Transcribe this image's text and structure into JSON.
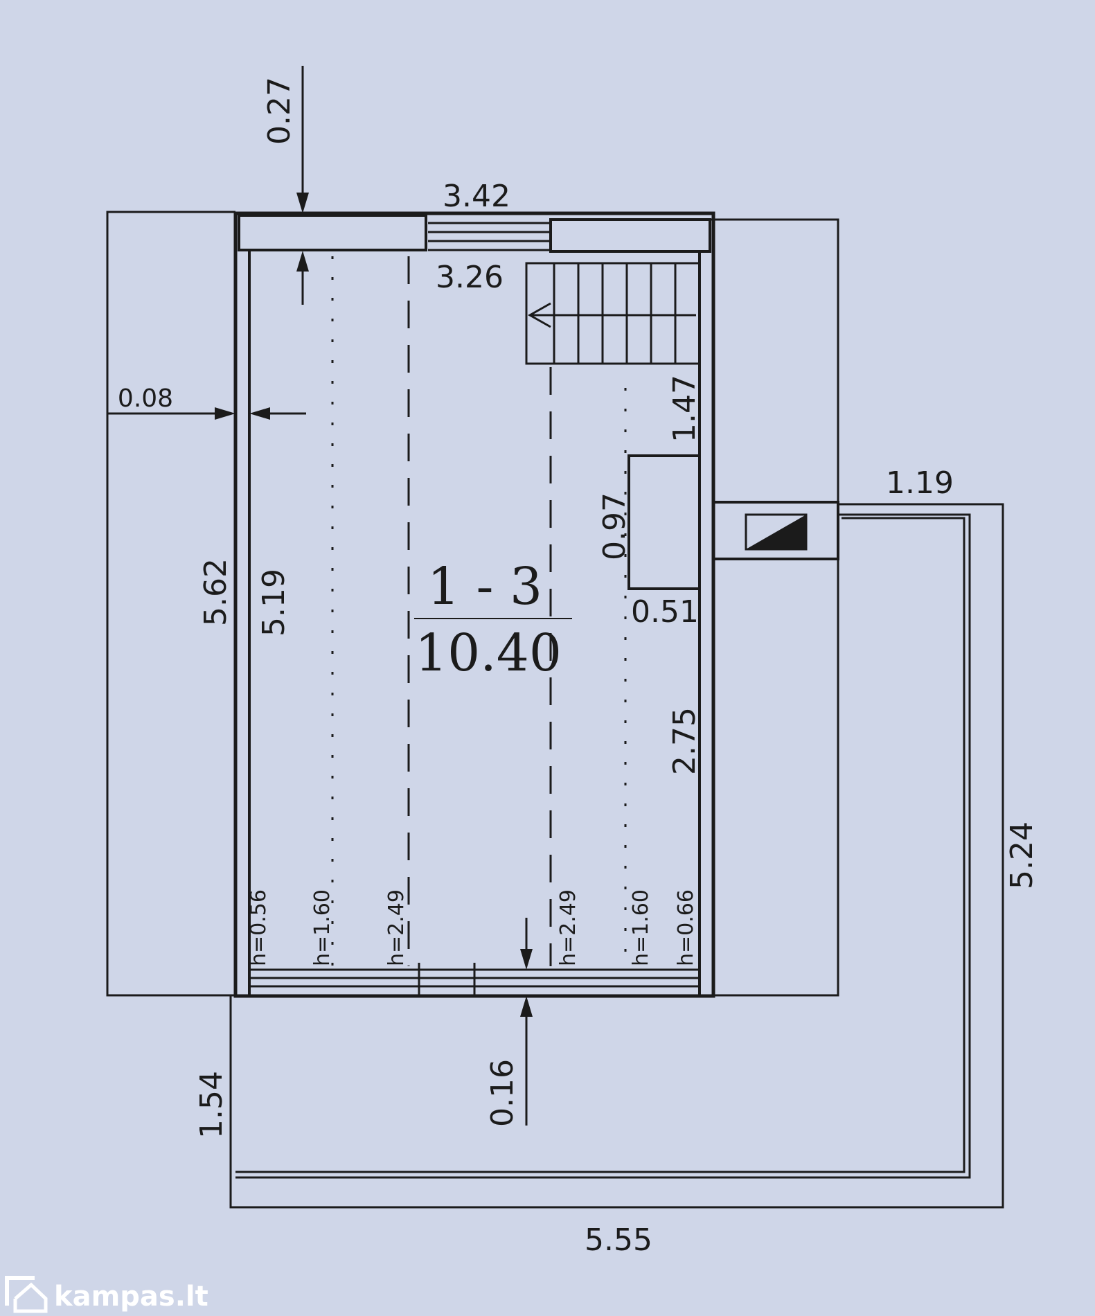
{
  "room": {
    "number": "1 - 3",
    "area": "10.40"
  },
  "dimensions": {
    "top_wall_thickness": "0.27",
    "outer_width": "3.42",
    "inner_width": "3.26",
    "side_wall_thickness": "0.08",
    "outer_length": "5.62",
    "inner_length": "5.19",
    "stair_length": "1.47",
    "niche_length": "0.97",
    "niche_depth": "0.51",
    "right_segment": "2.75",
    "balcony_width": "1.19",
    "balcony_length": "5.24",
    "bottom_wall_thickness": "0.16",
    "balcony_depth": "1.54",
    "overall_width": "5.55"
  },
  "heights": [
    "h=0.56",
    "h=1.60",
    "h=2.49",
    "h=2.49",
    "h=1.60",
    "h=0.66"
  ],
  "watermark": {
    "brand": "kampas.lt",
    "brand_icon": "house-logo-icon"
  },
  "colors": {
    "paper": "#cfd6e8",
    "ink": "#1b1b1b"
  }
}
